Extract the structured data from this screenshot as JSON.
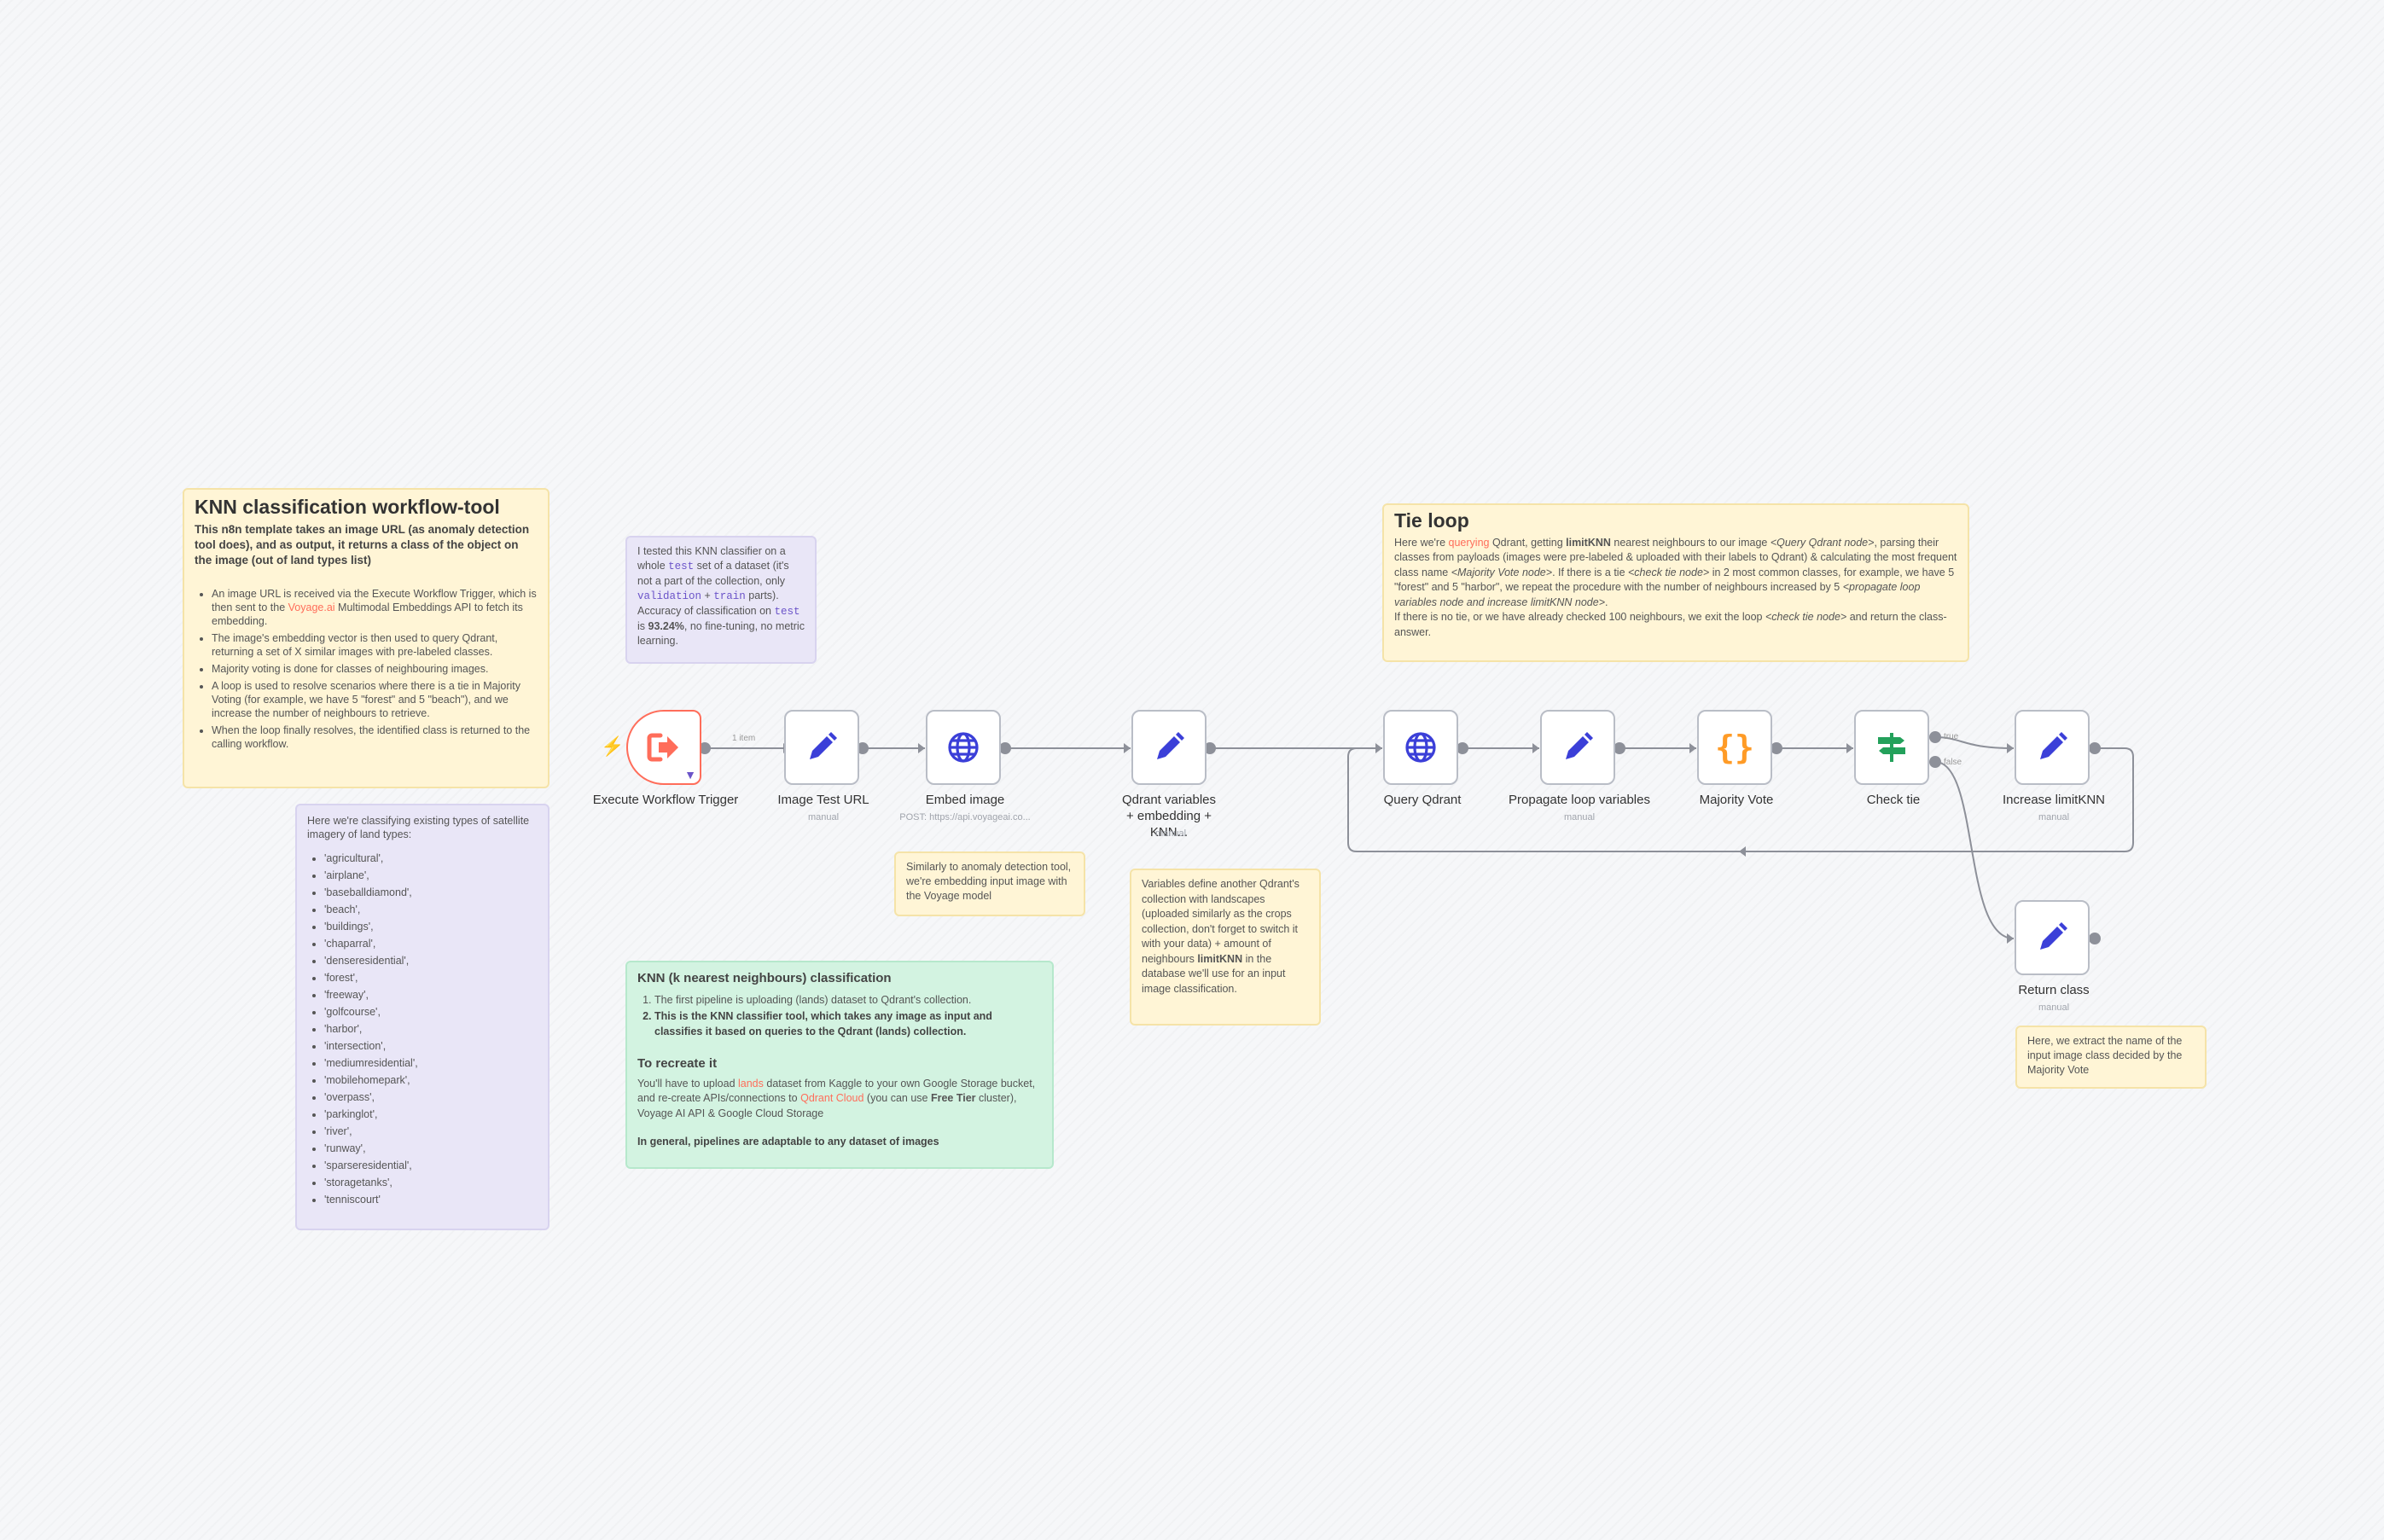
{
  "sticky_main": {
    "title": "KNN classification workflow-tool",
    "intro": "This n8n template takes an image URL (as anomaly detection tool does), and as output, it returns a class of the object on the image (out of land types list)",
    "bullets": [
      [
        "An image URL is received via the Execute Workflow Trigger, which is then sent to the ",
        "Voyage.ai",
        " Multimodal Embeddings API to fetch its embedding."
      ],
      [
        "The image's embedding vector is then used to query Qdrant, returning a set of X similar images with pre-labeled classes."
      ],
      [
        "Majority voting is done for classes of neighbouring images."
      ],
      [
        "A loop is used to resolve scenarios where there is a tie in Majority Voting (for example, we have 5 \"forest\" and 5 \"beach\"), and we increase the number of neighbours to retrieve."
      ],
      [
        "When the loop finally resolves, the identified class is returned to the calling workflow."
      ]
    ]
  },
  "sticky_types": {
    "intro": "Here we're classifying existing types of satellite imagery of land types:",
    "items": [
      "'agricultural',",
      "'airplane',",
      "'baseballdiamond',",
      "'beach',",
      "'buildings',",
      "'chaparral',",
      "'denseresidential',",
      "'forest',",
      "'freeway',",
      "'golfcourse',",
      "'harbor',",
      "'intersection',",
      "'mediumresidential',",
      "'mobilehomepark',",
      "'overpass',",
      "'parkinglot',",
      "'river',",
      "'runway',",
      "'sparseresidential',",
      "'storagetanks',",
      "'tenniscourt'"
    ]
  },
  "sticky_test": {
    "t1": "I tested this KNN classifier on a whole ",
    "c1": "test",
    "t2": " set of a dataset (it's not a part of the collection, only ",
    "c2": "validation",
    "t3": " + ",
    "c3": "train",
    "t4": " parts). Accuracy of classification on ",
    "c4": "test",
    "t5": " is ",
    "b1": "93.24%",
    "t6": ", no fine-tuning, no metric learning."
  },
  "sticky_tie": {
    "title": "Tie loop",
    "p1_a": "Here we're ",
    "p1_link": "querying",
    "p1_b": " Qdrant, getting ",
    "p1_bold": "limitKNN",
    "p1_c": " nearest neighbours to our image ",
    "p1_i1": "<Query Qdrant node>",
    "p1_d": ", parsing their classes from payloads (images were pre-labeled & uploaded with their labels to Qdrant) & calculating the most frequent class name ",
    "p1_i2": "<Majority Vote node>",
    "p1_e": ". If there is a tie ",
    "p1_i3": "<check tie node>",
    "p1_f": " in 2 most common classes, for example, we have 5 \"forest\" and 5 \"harbor\", we repeat the procedure with the number of neighbours increased by 5 ",
    "p1_i4": "<propagate loop variables node and increase limitKNN node>",
    "p1_g": ".",
    "p2_a": "If there is no tie, or we have already checked 100 neighbours, we exit the loop ",
    "p2_i": "<check tie node>",
    "p2_b": " and return the class-answer."
  },
  "sticky_anomaly": {
    "text": "Similarly to anomaly detection tool, we're embedding input image with the Voyage model"
  },
  "sticky_vars": {
    "a": "Variables define another Qdrant's collection with landscapes (uploaded similarly as the crops collection, don't forget to switch it with your data) + amount of neighbours ",
    "b": "limitKNN",
    "c": " in the database we'll use for an input image classification."
  },
  "sticky_knn": {
    "title": "KNN (k nearest neighbours) classification",
    "li1": "The first pipeline is uploading (lands) dataset to Qdrant's collection.",
    "li2": "This is the KNN classifier tool, which takes any image as input and classifies it based on queries to the Qdrant (lands) collection.",
    "h2": "To recreate it",
    "p_a": "You'll have to upload ",
    "p_link1": "lands",
    "p_b": " dataset from Kaggle to your own Google Storage bucket, and re-create APIs/connections to ",
    "p_link2": "Qdrant Cloud",
    "p_c": " (you can use ",
    "p_bold": "Free Tier",
    "p_d": " cluster), Voyage AI API & Google Cloud Storage",
    "footer": "In general, pipelines are adaptable to any dataset of images"
  },
  "sticky_return": {
    "text": "Here, we extract the name of the input image class decided by the Majority Vote"
  },
  "nodes": {
    "trigger": {
      "label": "Execute Workflow Trigger",
      "icon": "sign-out-icon"
    },
    "image_test": {
      "label": "Image Test URL",
      "sub": "manual",
      "icon": "pencil-icon"
    },
    "embed": {
      "label": "Embed image",
      "sub": "POST: https://api.voyageai.co...",
      "icon": "globe-icon"
    },
    "qdrant_vars": {
      "label": "Qdrant variables + embedding + KNN...",
      "sub": "manual",
      "icon": "pencil-icon"
    },
    "query": {
      "label": "Query Qdrant",
      "icon": "globe-icon"
    },
    "propagate": {
      "label": "Propagate loop variables",
      "sub": "manual",
      "icon": "pencil-icon"
    },
    "majority": {
      "label": "Majority Vote",
      "icon": "code-braces-icon"
    },
    "check_tie": {
      "label": "Check tie",
      "icon": "signpost-icon"
    },
    "increase": {
      "label": "Increase limitKNN",
      "sub": "manual",
      "icon": "pencil-icon"
    },
    "return_class": {
      "label": "Return class",
      "sub": "manual",
      "icon": "pencil-icon"
    }
  },
  "connections": {
    "item_count": "1 item",
    "true_label": "true",
    "false_label": "false"
  },
  "colors": {
    "accent": "#ff6d5a",
    "node_icon": "#3b3fd8",
    "code_icon": "#ff9b26",
    "switch_icon": "#23a15b"
  }
}
